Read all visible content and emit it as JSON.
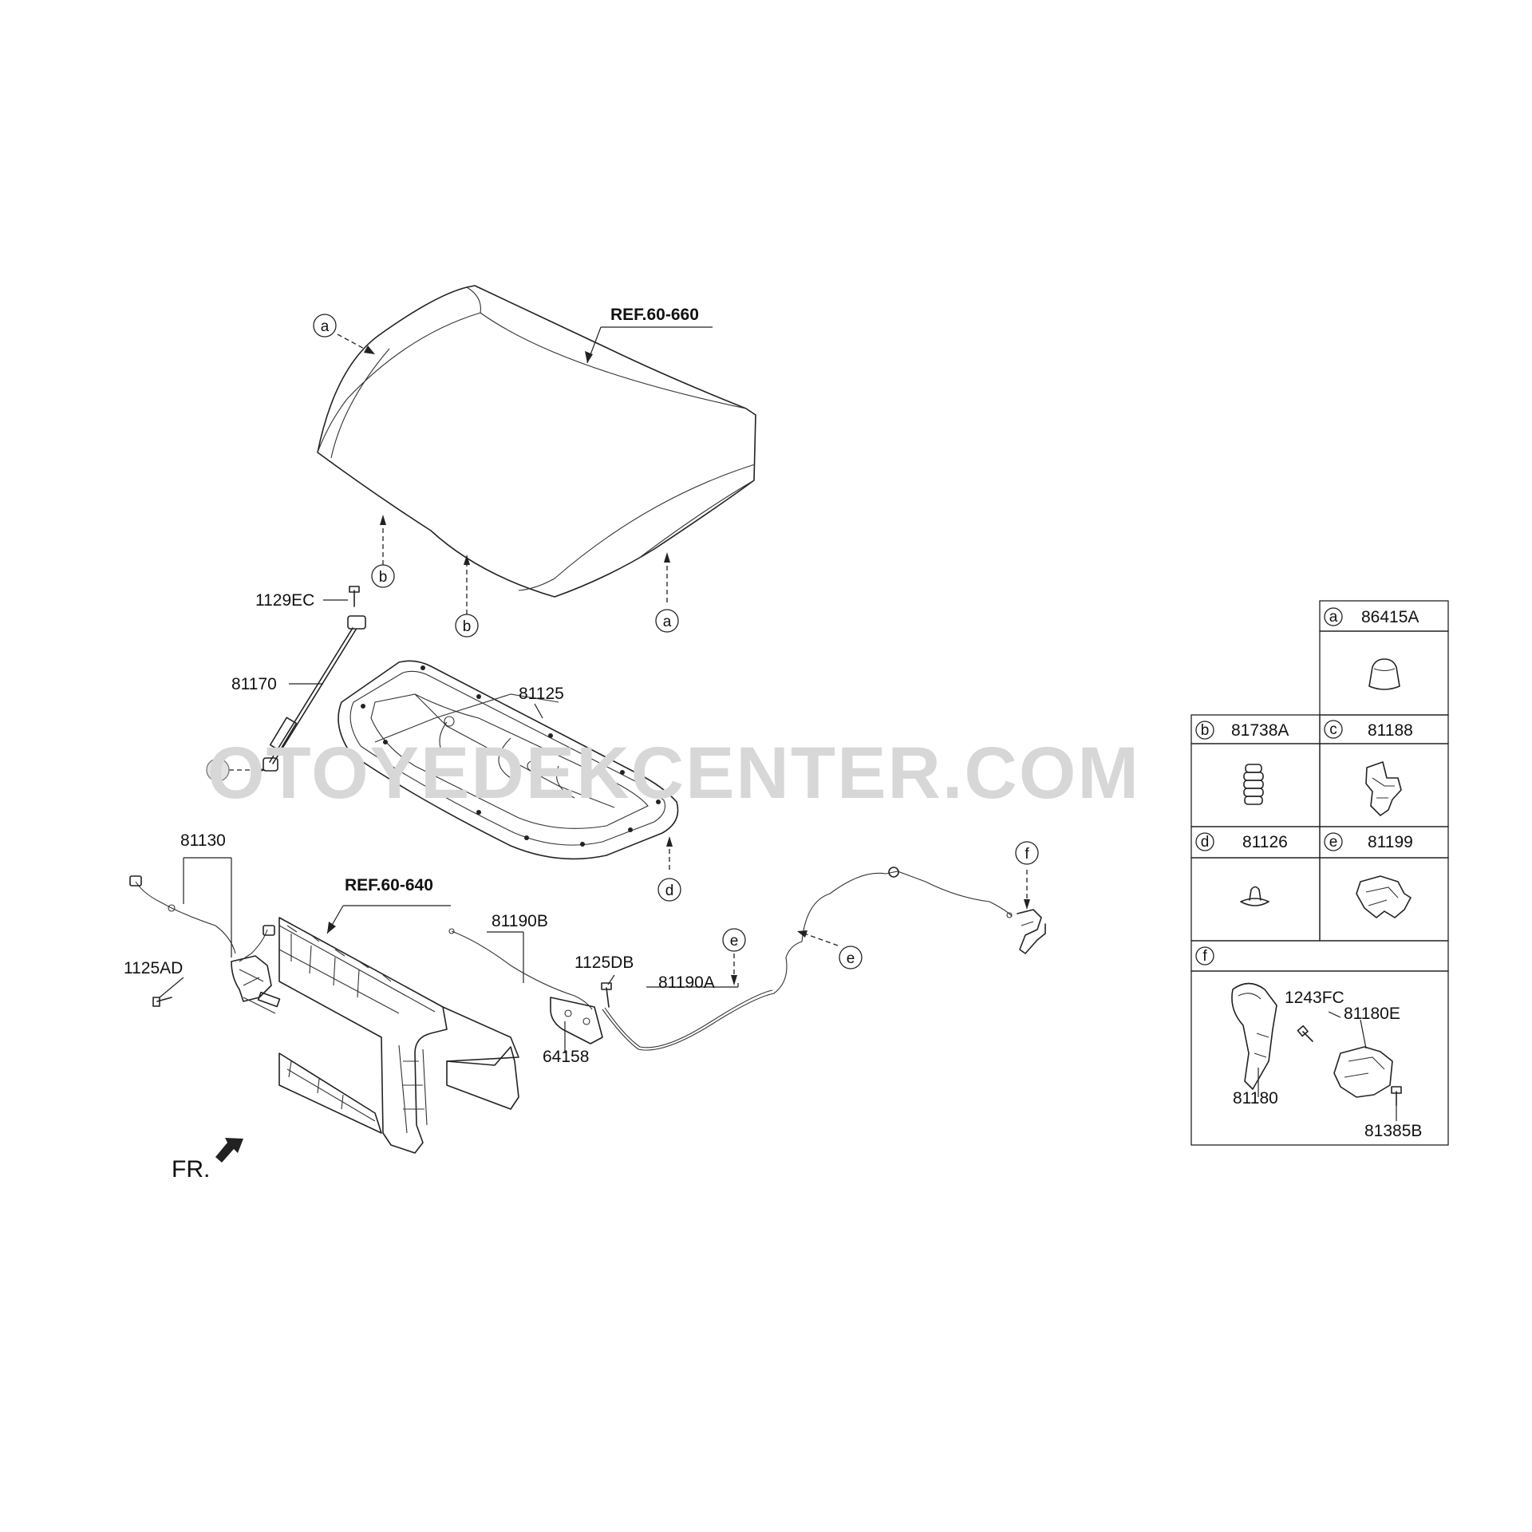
{
  "watermark": "OTOYEDEKCENTER.COM",
  "refs": {
    "hood_ref": "REF.60-660",
    "radiator_support_ref": "REF.60-640"
  },
  "direction_label": "FR.",
  "circle_refs": {
    "a": "a",
    "b": "b",
    "c": "c",
    "d": "d",
    "e": "e",
    "f": "f"
  },
  "part_labels": {
    "p1129EC": "1129EC",
    "p81170": "81170",
    "p81125": "81125",
    "p81130": "81130",
    "p1125AD": "1125AD",
    "p81190B": "81190B",
    "p1125DB": "1125DB",
    "p81190A": "81190A",
    "p64158": "64158"
  },
  "legend": {
    "a": {
      "letter": "a",
      "part": "86415A"
    },
    "b": {
      "letter": "b",
      "part": "81738A"
    },
    "c": {
      "letter": "c",
      "part": "81188"
    },
    "d": {
      "letter": "d",
      "part": "81126"
    },
    "e": {
      "letter": "e",
      "part": "81199"
    },
    "f": {
      "letter": "f",
      "parts": {
        "p1243FC": "1243FC",
        "p81180E": "81180E",
        "p81180": "81180",
        "p81385B": "81385B"
      }
    }
  }
}
